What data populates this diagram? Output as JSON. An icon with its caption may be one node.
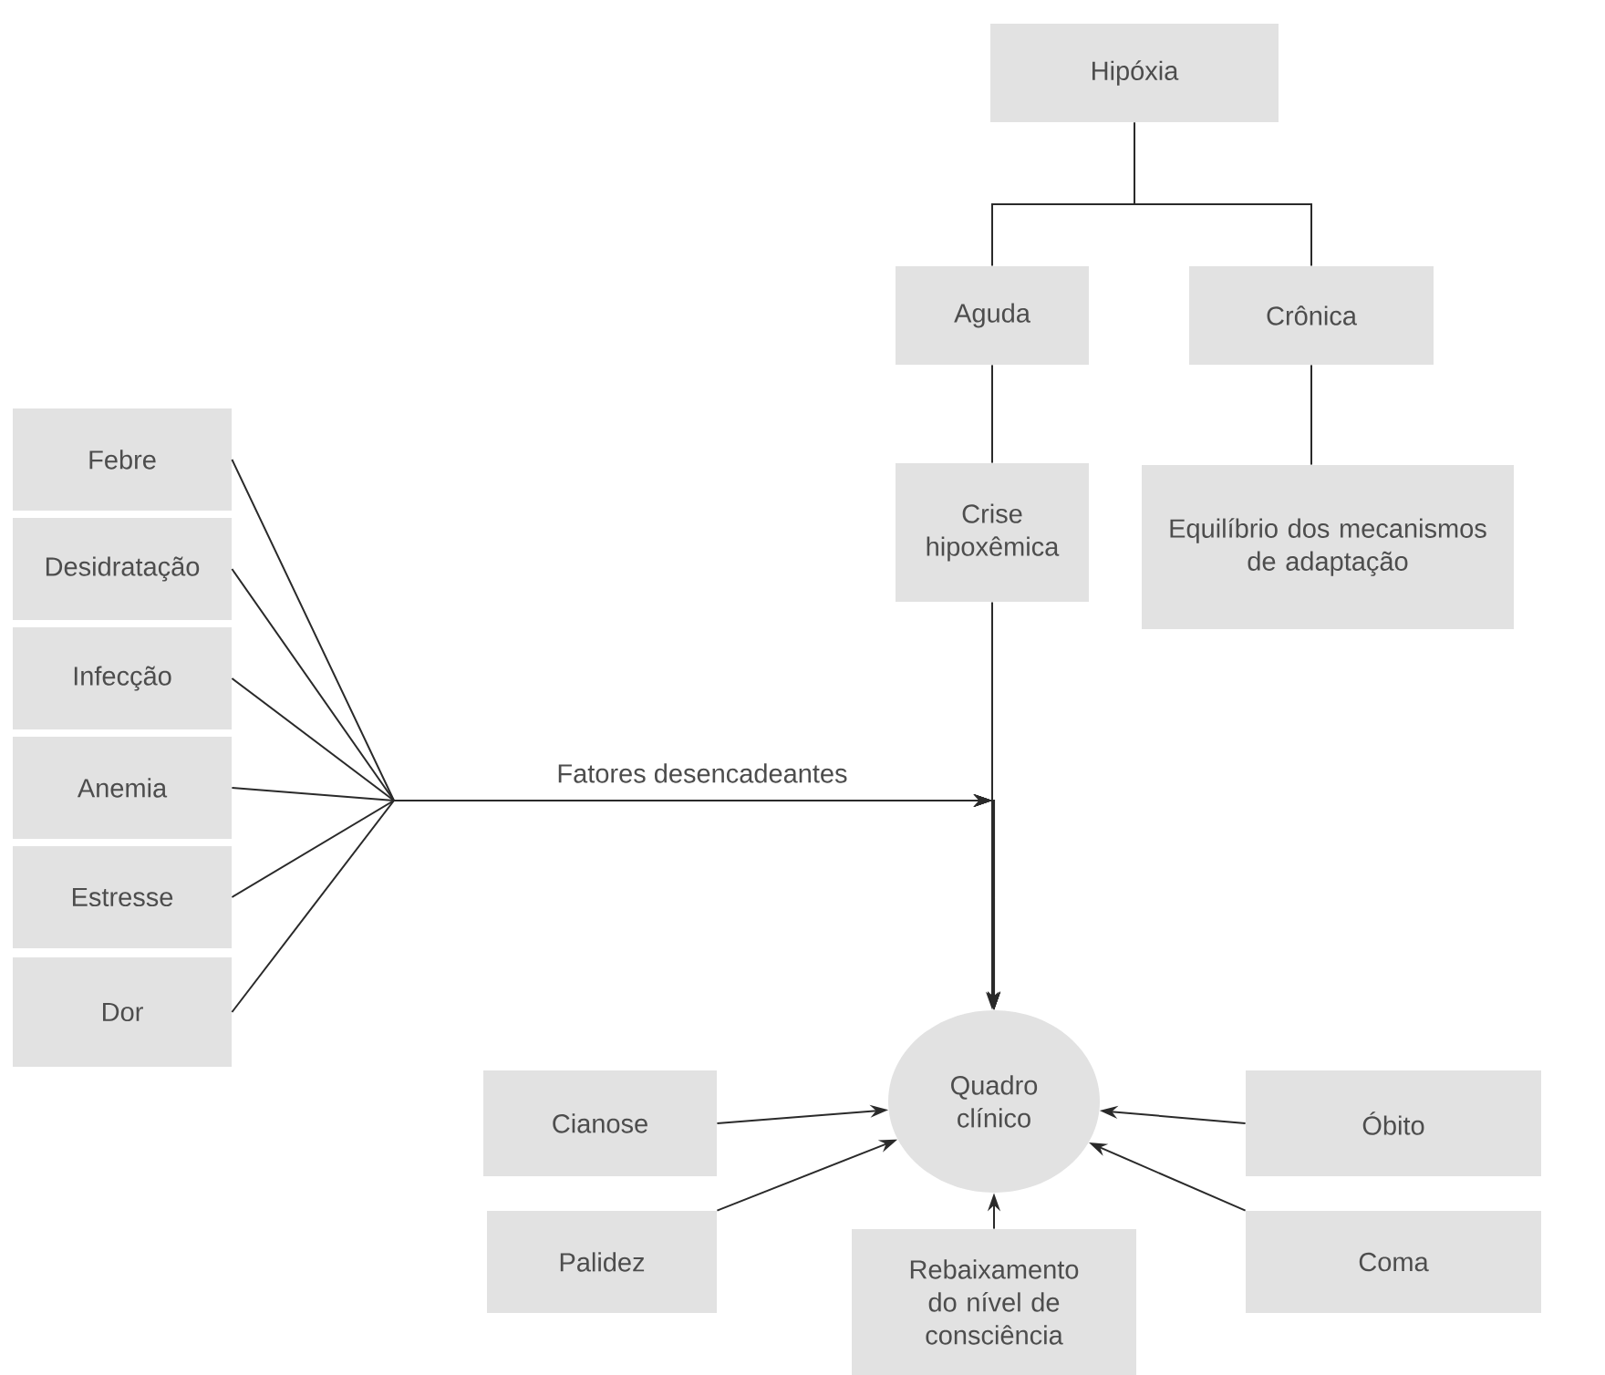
{
  "diagram": {
    "nodes": [
      {
        "text": [
          "Hipóxia"
        ]
      },
      {
        "text": [
          "Aguda"
        ]
      },
      {
        "text": [
          "Crônica"
        ]
      },
      {
        "text": [
          "Crise hipoxêmica"
        ]
      },
      {
        "text": [
          "Equilíbrio dos mecanismos de adaptação"
        ]
      },
      {
        "text": [
          "Febre"
        ]
      },
      {
        "text": [
          "Desidratação"
        ]
      },
      {
        "text": [
          "Infecção"
        ]
      },
      {
        "text": [
          "Anemia"
        ]
      },
      {
        "text": [
          "Estresse"
        ]
      },
      {
        "text": [
          "Dor"
        ]
      },
      {
        "text": [
          "Quadro clínico"
        ]
      },
      {
        "text": [
          "Cianose"
        ]
      },
      {
        "text": [
          "Óbito"
        ]
      },
      {
        "text": [
          "Palidez"
        ]
      },
      {
        "text": [
          "Rebaixamento do nível de consciência"
        ]
      },
      {
        "text": [
          "Coma"
        ]
      }
    ],
    "edges": [
      {
        "from": 0,
        "to": 1,
        "arrow": "none"
      },
      {
        "from": 0,
        "to": 2,
        "arrow": "none"
      },
      {
        "from": 1,
        "to": 3,
        "arrow": "none"
      },
      {
        "from": 2,
        "to": 4,
        "arrow": "none"
      },
      {
        "from": 3,
        "to": 11,
        "arrow": "to"
      },
      {
        "from": 5,
        "to": 11,
        "arrow": "to"
      },
      {
        "from": 6,
        "to": 11,
        "arrow": "to"
      },
      {
        "from": 7,
        "to": 11,
        "arrow": "to"
      },
      {
        "from": 8,
        "to": 11,
        "arrow": "to"
      },
      {
        "from": 9,
        "to": 11,
        "arrow": "to"
      },
      {
        "from": 10,
        "to": 11,
        "arrow": "to"
      },
      {
        "from": 12,
        "to": 11,
        "arrow": "to"
      },
      {
        "from": 13,
        "to": 11,
        "arrow": "to"
      },
      {
        "from": 14,
        "to": 11,
        "arrow": "to"
      },
      {
        "from": 15,
        "to": 11,
        "arrow": "to"
      },
      {
        "from": 16,
        "to": 11,
        "arrow": "to"
      }
    ],
    "labels": [
      "Fatores desencadeantes"
    ]
  }
}
